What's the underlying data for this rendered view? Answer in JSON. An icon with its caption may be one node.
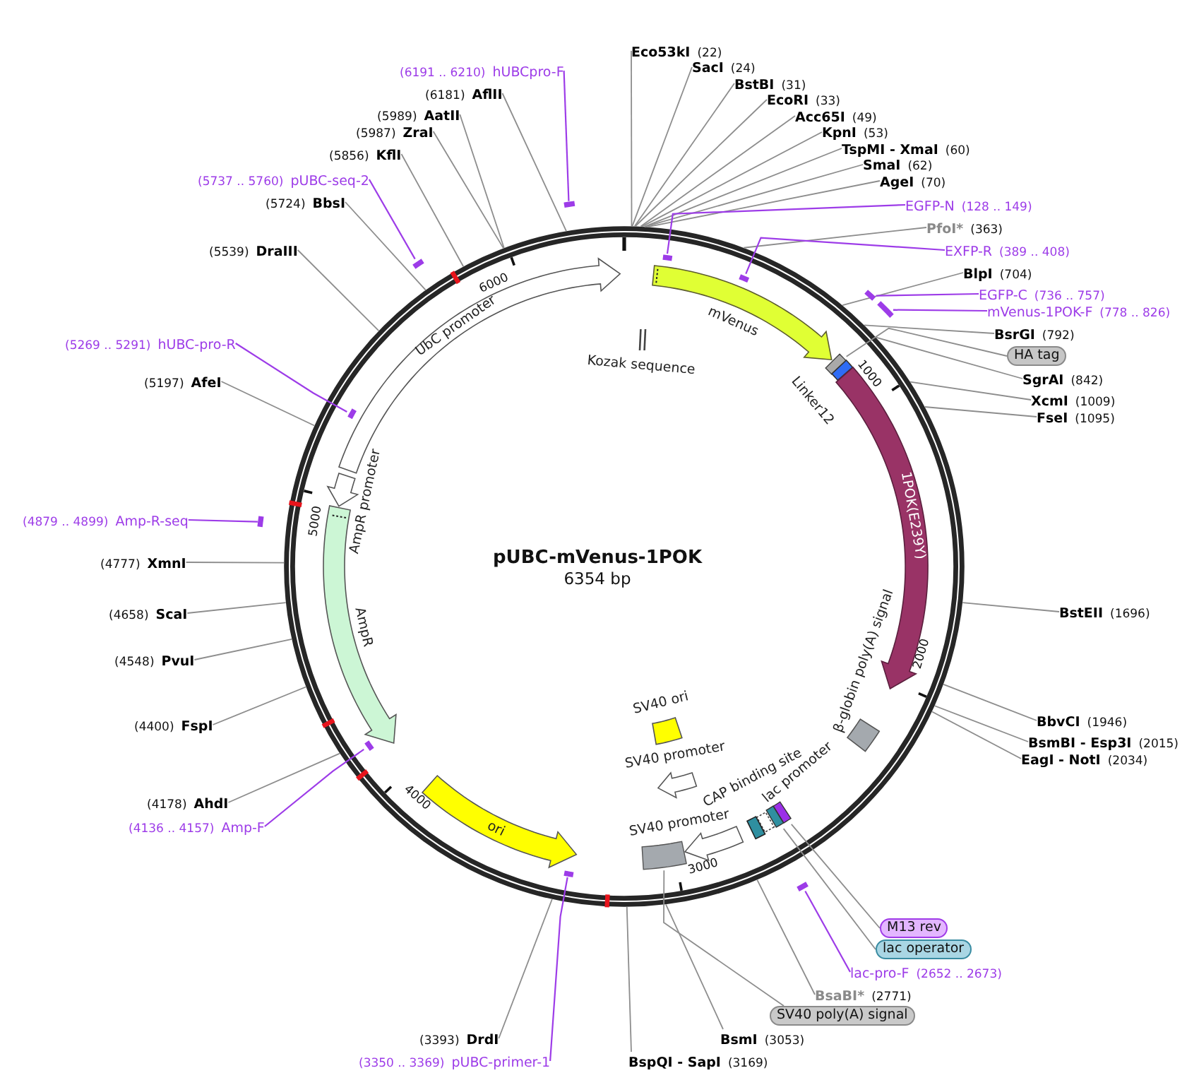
{
  "diagram": {
    "title": "pUBC-mVenus-1POK",
    "nodes": [
      {
        "text": [
          "Eco53kI",
          "(22)"
        ]
      },
      {
        "text": [
          "SacI",
          "(24)"
        ]
      },
      {
        "text": [
          "BstBI",
          "(31)"
        ]
      },
      {
        "text": [
          "EcoRI",
          "(33)"
        ]
      },
      {
        "text": [
          "Acc65I",
          "(49)"
        ]
      },
      {
        "text": [
          "KpnI",
          "(53)"
        ]
      },
      {
        "text": [
          "TspMI - XmaI",
          "(60)"
        ]
      },
      {
        "text": [
          "SmaI",
          "(62)"
        ]
      },
      {
        "text": [
          "AgeI",
          "(70)"
        ]
      },
      {
        "text": [
          "EGFP-N",
          "(128 .. 149)"
        ]
      },
      {
        "text": [
          "PfoI*",
          "(363)"
        ]
      },
      {
        "text": [
          "EXFP-R",
          "(389 .. 408)"
        ]
      },
      {
        "text": [
          "BlpI",
          "(704)"
        ]
      },
      {
        "text": [
          "EGFP-C",
          "(736 .. 757)"
        ]
      },
      {
        "text": [
          "mVenus-1POK-F",
          "(778 .. 826)"
        ]
      },
      {
        "text": [
          "BsrGI",
          "(792)"
        ]
      },
      {
        "text": [
          "HA tag"
        ]
      },
      {
        "text": [
          "SgrAI",
          "(842)"
        ]
      },
      {
        "text": [
          "XcmI",
          "(1009)"
        ]
      },
      {
        "text": [
          "FseI",
          "(1095)"
        ]
      },
      {
        "text": [
          "BstEII",
          "(1696)"
        ]
      },
      {
        "text": [
          "BbvCI",
          "(1946)"
        ]
      },
      {
        "text": [
          "BsmBI - Esp3I",
          "(2015)"
        ]
      },
      {
        "text": [
          "EagI - NotI",
          "(2034)"
        ]
      },
      {
        "text": [
          "M13 rev"
        ]
      },
      {
        "text": [
          "lac operator"
        ]
      },
      {
        "text": [
          "lac-pro-F",
          "(2652 .. 2673)"
        ]
      },
      {
        "text": [
          "BsaBI*",
          "(2771)"
        ]
      },
      {
        "text": [
          "SV40 poly(A) signal"
        ]
      },
      {
        "text": [
          "BsmI",
          "(3053)"
        ]
      },
      {
        "text": [
          "BspQI - SapI",
          "(3169)"
        ]
      },
      {
        "text": [
          "(3393)",
          "DrdI"
        ]
      },
      {
        "text": [
          "(3350 .. 3369)",
          "pUBC-primer-1"
        ]
      },
      {
        "text": [
          "(4178)",
          "AhdI"
        ]
      },
      {
        "text": [
          "(4136 .. 4157)",
          "Amp-F"
        ]
      },
      {
        "text": [
          "(4400)",
          "FspI"
        ]
      },
      {
        "text": [
          "(4548)",
          "PvuI"
        ]
      },
      {
        "text": [
          "(4658)",
          "ScaI"
        ]
      },
      {
        "text": [
          "(4777)",
          "XmnI"
        ]
      },
      {
        "text": [
          "(4879 .. 4899)",
          "Amp-R-seq"
        ]
      },
      {
        "text": [
          "(5197)",
          "AfeI"
        ]
      },
      {
        "text": [
          "(5269 .. 5291)",
          "hUBC-pro-R"
        ]
      },
      {
        "text": [
          "(5539)",
          "DraIII"
        ]
      },
      {
        "text": [
          "(5724)",
          "BbsI"
        ]
      },
      {
        "text": [
          "(5737 .. 5760)",
          "pUBC-seq-2"
        ]
      },
      {
        "text": [
          "(5856)",
          "KflI"
        ]
      },
      {
        "text": [
          "(5987)",
          "ZraI"
        ]
      },
      {
        "text": [
          "(5989)",
          "AatII"
        ]
      },
      {
        "text": [
          "(6181)",
          "AflII"
        ]
      },
      {
        "text": [
          "(6191 .. 6210)",
          "hUBCpro-F"
        ]
      },
      {
        "text": [],
        "shape": "bar"
      },
      {
        "text": [],
        "shape": "bar"
      },
      {
        "text": [],
        "shape": "bar"
      },
      {
        "text": [],
        "shape": "bar"
      },
      {
        "text": [],
        "shape": "bar"
      },
      {
        "text": [],
        "shape": "bar"
      },
      {
        "text": [],
        "shape": "bar"
      },
      {
        "text": [],
        "shape": "bar"
      },
      {
        "text": [],
        "shape": "bar"
      },
      {
        "text": [],
        "shape": "bar"
      },
      {
        "text": [],
        "shape": "bar"
      },
      {
        "text": [],
        "shape": "box"
      },
      {
        "text": [],
        "shape": "box"
      },
      {
        "text": [],
        "shape": "box"
      },
      {
        "text": [],
        "shape": "box"
      },
      {
        "text": [
          "Kozak sequence"
        ]
      },
      {
        "text": [
          "mVenus"
        ]
      },
      {
        "text": [
          "Linker12"
        ]
      },
      {
        "text": [
          "1POK(E239Y)"
        ]
      },
      {
        "text": [
          "β-globin poly(A) signal"
        ]
      },
      {
        "text": [
          "lac promoter"
        ]
      },
      {
        "text": [
          "CAP binding site"
        ]
      },
      {
        "text": [
          "SV40 ori"
        ]
      },
      {
        "text": [
          "SV40 promoter"
        ]
      },
      {
        "text": [
          "SV40 promoter"
        ]
      },
      {
        "text": [
          "ori"
        ]
      },
      {
        "text": [
          "AmpR"
        ]
      },
      {
        "text": [
          "AmpR promoter"
        ]
      },
      {
        "text": [
          "UbC promoter"
        ]
      }
    ],
    "edges": [
      {
        "from": 0,
        "to": null,
        "arrow": "none"
      },
      {
        "from": 1,
        "to": null,
        "arrow": "none"
      },
      {
        "from": 2,
        "to": null,
        "arrow": "none"
      },
      {
        "from": 3,
        "to": null,
        "arrow": "none"
      },
      {
        "from": 4,
        "to": null,
        "arrow": "none"
      },
      {
        "from": 5,
        "to": null,
        "arrow": "none"
      },
      {
        "from": 6,
        "to": null,
        "arrow": "none"
      },
      {
        "from": 7,
        "to": null,
        "arrow": "none"
      },
      {
        "from": 8,
        "to": null,
        "arrow": "none"
      },
      {
        "from": 9,
        "to": 50,
        "arrow": "none",
        "color": "#9d3ce8"
      },
      {
        "from": 10,
        "to": null,
        "arrow": "none"
      },
      {
        "from": 11,
        "to": 51,
        "arrow": "none",
        "color": "#9d3ce8"
      },
      {
        "from": 12,
        "to": null,
        "arrow": "none"
      },
      {
        "from": 13,
        "to": 52,
        "arrow": "none",
        "color": "#9d3ce8"
      },
      {
        "from": 14,
        "to": 53,
        "arrow": "none",
        "color": "#9d3ce8"
      },
      {
        "from": 15,
        "to": null,
        "arrow": "none"
      },
      {
        "from": 16,
        "to": 61,
        "arrow": "none"
      },
      {
        "from": 17,
        "to": null,
        "arrow": "none"
      },
      {
        "from": 18,
        "to": null,
        "arrow": "none"
      },
      {
        "from": 19,
        "to": null,
        "arrow": "none"
      },
      {
        "from": 20,
        "to": null,
        "arrow": "none"
      },
      {
        "from": 21,
        "to": null,
        "arrow": "none"
      },
      {
        "from": 22,
        "to": null,
        "arrow": "none"
      },
      {
        "from": 23,
        "to": null,
        "arrow": "none"
      },
      {
        "from": 24,
        "to": 62,
        "arrow": "none"
      },
      {
        "from": 25,
        "to": 63,
        "arrow": "none"
      },
      {
        "from": 26,
        "to": 54,
        "arrow": "none",
        "color": "#9d3ce8"
      },
      {
        "from": 27,
        "to": null,
        "arrow": "none"
      },
      {
        "from": 28,
        "to": 64,
        "arrow": "none"
      },
      {
        "from": 29,
        "to": null,
        "arrow": "none"
      },
      {
        "from": 30,
        "to": null,
        "arrow": "none"
      },
      {
        "from": 31,
        "to": null,
        "arrow": "none"
      },
      {
        "from": 32,
        "to": 55,
        "arrow": "none",
        "color": "#9d3ce8"
      },
      {
        "from": 33,
        "to": null,
        "arrow": "none"
      },
      {
        "from": 34,
        "to": 56,
        "arrow": "none",
        "color": "#9d3ce8"
      },
      {
        "from": 35,
        "to": null,
        "arrow": "none"
      },
      {
        "from": 36,
        "to": null,
        "arrow": "none"
      },
      {
        "from": 37,
        "to": null,
        "arrow": "none"
      },
      {
        "from": 38,
        "to": null,
        "arrow": "none"
      },
      {
        "from": 39,
        "to": 57,
        "arrow": "none",
        "color": "#9d3ce8"
      },
      {
        "from": 40,
        "to": null,
        "arrow": "none"
      },
      {
        "from": 41,
        "to": 58,
        "arrow": "none",
        "color": "#9d3ce8"
      },
      {
        "from": 42,
        "to": null,
        "arrow": "none"
      },
      {
        "from": 43,
        "to": null,
        "arrow": "none"
      },
      {
        "from": 44,
        "to": 59,
        "arrow": "none",
        "color": "#9d3ce8"
      },
      {
        "from": 45,
        "to": null,
        "arrow": "none"
      },
      {
        "from": 46,
        "to": null,
        "arrow": "none"
      },
      {
        "from": 47,
        "to": null,
        "arrow": "none"
      },
      {
        "from": 48,
        "to": null,
        "arrow": "none"
      },
      {
        "from": 49,
        "to": 60,
        "arrow": "none",
        "color": "#9d3ce8"
      }
    ],
    "labels": [
      "6354 bp",
      "1000",
      "2000",
      "3000",
      "4000",
      "5000",
      "6000"
    ]
  }
}
